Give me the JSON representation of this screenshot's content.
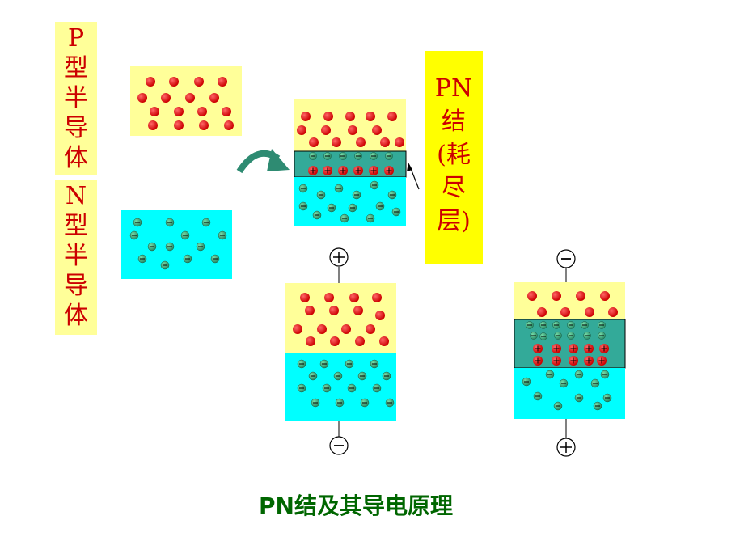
{
  "labels": {
    "p_type": [
      "P",
      "型",
      "半",
      "导",
      "体"
    ],
    "n_type": [
      "N",
      "型",
      "半",
      "导",
      "体"
    ],
    "pn_junction": [
      "PN",
      "结",
      "(耗",
      "尽",
      "层)"
    ]
  },
  "title": "PN结及其导电原理",
  "colors": {
    "p_region": "#ffff99",
    "n_region": "#00ffff",
    "depletion": "#33aa99",
    "hole": "#dd0000",
    "electron": "#33aa77",
    "label_text": "#cc0000",
    "title_text": "#006600",
    "arrow": "#2e8b72"
  },
  "icons": {
    "plus_terminal": "circled-plus",
    "minus_terminal": "circled-minus",
    "transfer_arrow": "curved-arrow",
    "pointer_arrow": "pointer-arrow"
  }
}
